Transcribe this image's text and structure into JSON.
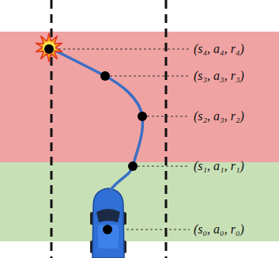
{
  "diagram": {
    "labels": [
      "(s₄, a₄, r₄)",
      "(s₃, a₃, r₃)",
      "(s₂, a₃, r₂)",
      "(s₁, a₁, r₁)",
      "(s₀, a₀, r₀)"
    ]
  }
}
